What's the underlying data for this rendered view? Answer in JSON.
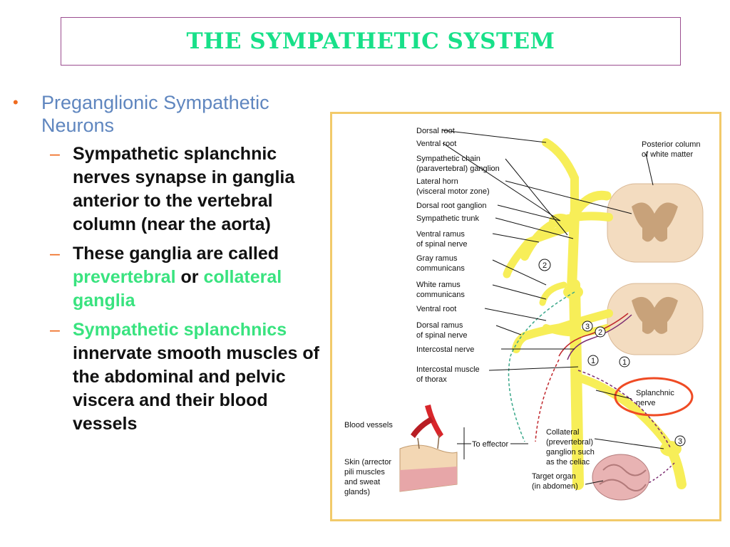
{
  "title": "THE SYMPATHETIC SYSTEM",
  "bullets": {
    "main": "Preganglionic Sympathetic Neurons",
    "sub1": "Sympathetic splanchnic nerves synapse in ganglia anterior to the vertebral column (near the aorta)",
    "sub2_pre": "These ganglia are called",
    "sub2_hl1": "prevertebral",
    "sub2_mid": "or",
    "sub2_hl2": "collateral ganglia",
    "sub3_hl": "Sympathetic splanchnics",
    "sub3_post": "innervate smooth muscles of the abdominal and pelvic viscera and their blood vessels"
  },
  "figure": {
    "labels": {
      "dorsal_root": "Dorsal root",
      "ventral_root": "Ventral root",
      "chain1": "Sympathetic chain",
      "chain2": "(paravertebral) ganglion",
      "lateral1": "Lateral horn",
      "lateral2": "(visceral motor zone)",
      "drg": "Dorsal root ganglion",
      "trunk": "Sympathetic trunk",
      "vramus1": "Ventral ramus",
      "vramus2": "of spinal nerve",
      "gray1": "Gray ramus",
      "gray2": "communicans",
      "white1": "White ramus",
      "white2": "communicans",
      "ventral_root2": "Ventral root",
      "dramus1": "Dorsal ramus",
      "dramus2": "of spinal nerve",
      "intercostal": "Intercostal nerve",
      "icm1": "Intercostal muscle",
      "icm2": "of thorax",
      "blood": "Blood vessels",
      "skin1": "Skin (arrector",
      "skin2": "pili muscles",
      "skin3": "and sweat",
      "skin4": "glands)",
      "effector": "To effector",
      "posterior1": "Posterior column",
      "posterior2": "of white matter",
      "splanchnic1": "Splanchnic",
      "splanchnic2": "nerve",
      "collateral1": "Collateral",
      "collateral2": "(prevertebral)",
      "collateral3": "ganglion such",
      "collateral4": "as the celiac",
      "target1": "Target organ",
      "target2": "(in abdomen)"
    },
    "numbers": {
      "n1": "1",
      "n2": "2",
      "n3": "3"
    },
    "colors": {
      "nerve": "#f7ee58",
      "cord": "#f3dcc0",
      "gray_matter": "#c8a27a",
      "highlight_circle": "#ef4b24",
      "frame": "#f2ca6a",
      "vessel": "#d8262b"
    }
  }
}
